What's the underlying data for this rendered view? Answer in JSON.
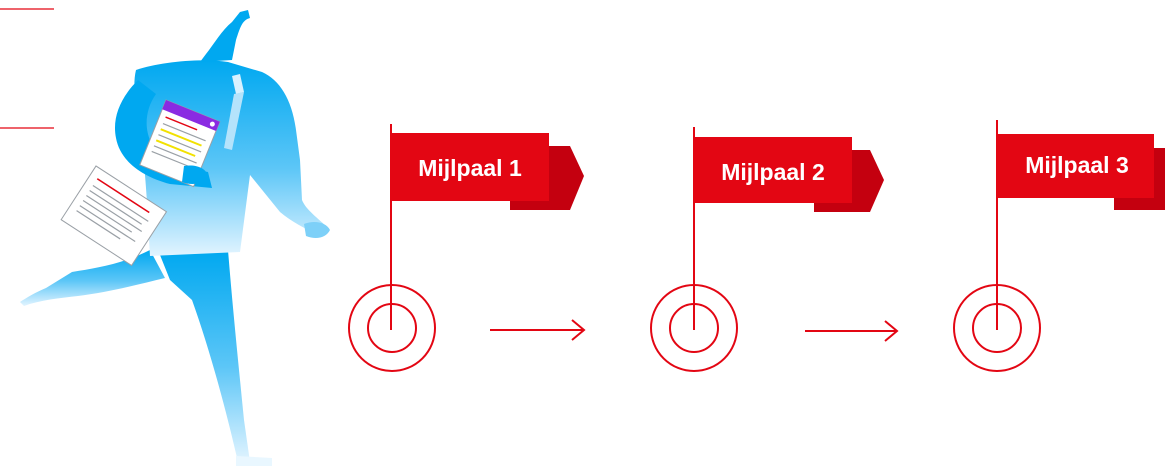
{
  "milestones": [
    {
      "label": "Mijlpaal 1"
    },
    {
      "label": "Mijlpaal 2"
    },
    {
      "label": "Mijlpaal 3"
    }
  ],
  "colors": {
    "accent_red": "#e30613",
    "flag_shadow_red": "#c4000f",
    "figure_blue_top": "#00a8f0",
    "figure_blue_bottom": "#dff3ff",
    "document_header_purple": "#8a2be2"
  },
  "icons": {
    "figure": "running-businessman-icon",
    "document": "document-icon",
    "flag": "flag-icon",
    "target": "target-icon",
    "arrow": "arrow-right-icon"
  }
}
